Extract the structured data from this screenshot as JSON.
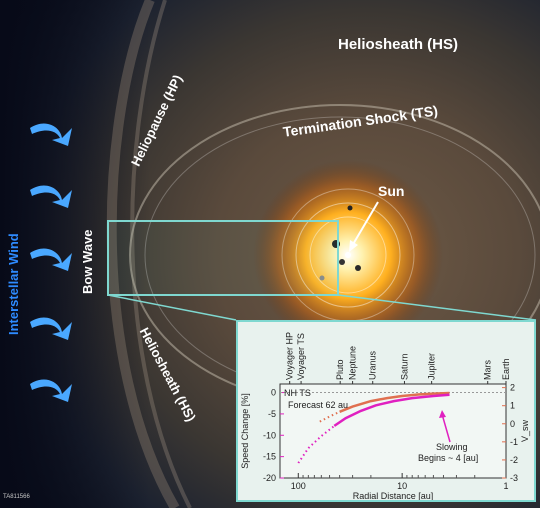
{
  "labels": {
    "heliosheath_top": "Heliosheath (HS)",
    "heliopause": "Heliopause (HP)",
    "termination_shock": "Termination Shock (TS)",
    "sun": "Sun",
    "bow_wave": "Bow Wave",
    "interstellar_wind": "Interstellar Wind",
    "heliosheath_bottom": "Heliosheath (HS)",
    "image_id": "TA811566"
  },
  "colors": {
    "frame": "#7fd8d0",
    "wind_arrow": "#4aa8ff",
    "wind_text": "#2e8bff",
    "sun_core": "#ffffff",
    "sun_glow": "#ffb020",
    "magenta": "#e020c0",
    "salmon": "#e07050"
  },
  "chart_data": {
    "type": "line",
    "xlabel": "Radial Distance [au]",
    "ylabel_left": "Speed Change [%]",
    "ylabel_right": "V_sw",
    "x_scale": "log",
    "x_reversed": true,
    "xlim": [
      1,
      150
    ],
    "ylim_left": [
      -20,
      2
    ],
    "ylim_right": [
      -3,
      2.2
    ],
    "x_ticks": [
      100,
      10,
      1
    ],
    "y_ticks_left": [
      0,
      -5,
      -10,
      -15,
      -20
    ],
    "y_ticks_right": [
      2,
      1,
      0,
      -1,
      -2,
      -3
    ],
    "top_markers": [
      {
        "label": "Voyager HP",
        "x": 121
      },
      {
        "label": "Voyager TS",
        "x": 94
      },
      {
        "label": "Pluto",
        "x": 39.5
      },
      {
        "label": "Neptune",
        "x": 30
      },
      {
        "label": "Uranus",
        "x": 19.2
      },
      {
        "label": "Saturn",
        "x": 9.5
      },
      {
        "label": "Jupiter",
        "x": 5.2
      },
      {
        "label": "Mars",
        "x": 1.5
      },
      {
        "label": "Earth",
        "x": 1
      }
    ],
    "annotations": {
      "nh_ts": "NH TS",
      "forecast": "Forecast 62 au",
      "slowing": "Slowing",
      "begins": "Begins ~ 4 [au]"
    },
    "series": [
      {
        "color": "#e07050",
        "style": "solid",
        "x": [
          40,
          30,
          20,
          14,
          10,
          7,
          5,
          3.5
        ],
        "y": [
          -4.5,
          -3.3,
          -2.0,
          -1.3,
          -0.8,
          -0.45,
          -0.25,
          -0.1
        ]
      },
      {
        "color": "#e07050",
        "style": "dotted",
        "x": [
          62,
          50,
          40
        ],
        "y": [
          -6.8,
          -5.6,
          -4.5
        ]
      },
      {
        "color": "#e020c0",
        "style": "solid",
        "x": [
          45,
          35,
          25,
          18,
          12,
          8,
          5,
          3.5
        ],
        "y": [
          -7.8,
          -6.0,
          -4.3,
          -3.0,
          -2.0,
          -1.3,
          -0.8,
          -0.5
        ]
      },
      {
        "color": "#e020c0",
        "style": "dotted",
        "x": [
          100,
          80,
          60,
          45
        ],
        "y": [
          -16.5,
          -13.0,
          -10.2,
          -7.8
        ]
      }
    ]
  }
}
